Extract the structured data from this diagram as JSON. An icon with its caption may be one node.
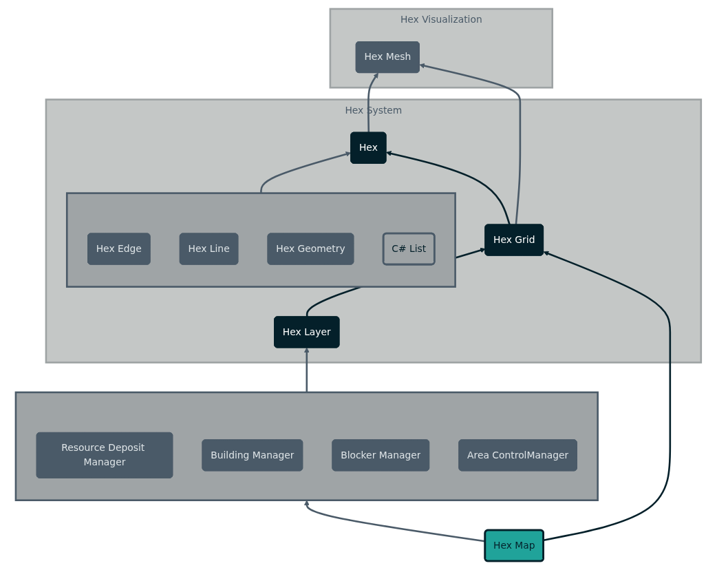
{
  "diagram": {
    "nodes": [
      {
        "text": [
          "Hex Visualization"
        ]
      },
      {
        "text": [
          "Hex Mesh"
        ],
        "in": 0
      },
      {
        "text": [
          "Hex System"
        ]
      },
      {
        "text": [],
        "shape": "box",
        "in": 2
      },
      {
        "text": [
          "Hex Edge"
        ],
        "in": 3
      },
      {
        "text": [
          "Hex Line"
        ],
        "in": 3
      },
      {
        "text": [
          "Hex Geometry"
        ],
        "in": 3
      },
      {
        "text": [
          "C# List"
        ],
        "in": 3
      },
      {
        "text": [
          "Hex"
        ],
        "in": 2
      },
      {
        "text": [
          "Hex Grid"
        ],
        "in": 2
      },
      {
        "text": [
          "Hex Layer"
        ],
        "in": 2
      },
      {
        "text": [],
        "shape": "box"
      },
      {
        "text": [
          "Resource Deposit Manager"
        ],
        "in": 11
      },
      {
        "text": [
          "Building Manager"
        ],
        "in": 11
      },
      {
        "text": [
          "Blocker Manager"
        ],
        "in": 11
      },
      {
        "text": [
          "Area ControlManager"
        ],
        "in": 11
      },
      {
        "text": [
          "Hex Map"
        ]
      }
    ],
    "edges": [
      {
        "from": 3,
        "to": 8,
        "arrow": "to"
      },
      {
        "from": 8,
        "to": 1,
        "arrow": "to"
      },
      {
        "from": 9,
        "to": 1,
        "arrow": "to"
      },
      {
        "from": 9,
        "to": 8,
        "arrow": "to",
        "color": "#04202a"
      },
      {
        "from": 10,
        "to": 9,
        "arrow": "to",
        "color": "#04202a"
      },
      {
        "from": 11,
        "to": 10,
        "arrow": "to"
      },
      {
        "from": 16,
        "to": 9,
        "arrow": "to",
        "color": "#04202a"
      },
      {
        "from": 16,
        "to": 11,
        "arrow": "to"
      }
    ]
  }
}
